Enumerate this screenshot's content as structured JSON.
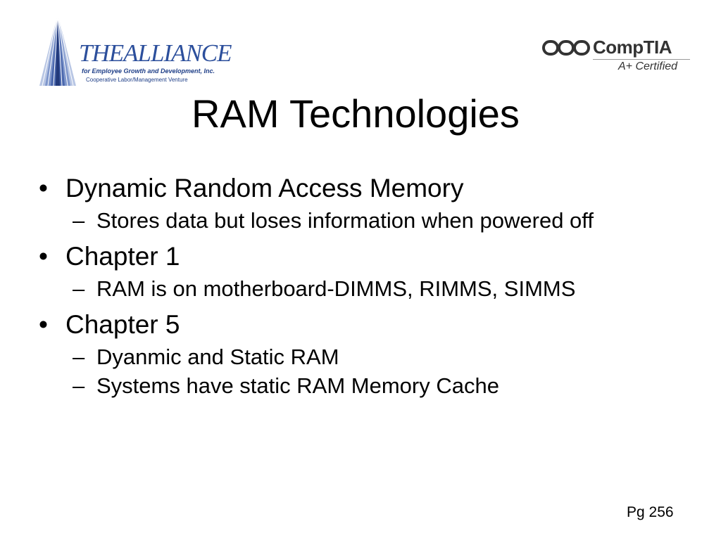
{
  "logos": {
    "alliance": {
      "wordmark": "THEALLIANCE",
      "tagline": "for Employee Growth and Development, Inc.",
      "subtitle": "Cooperative Labor/Management Venture"
    },
    "comptia": {
      "name": "CompTIA",
      "certification": "A+ Certified"
    }
  },
  "slide": {
    "title": "RAM Technologies",
    "bullet_marker": "•",
    "sub_marker": "–",
    "bullets": [
      {
        "text": "Dynamic Random Access Memory",
        "sub": [
          "Stores data but loses information when powered off"
        ]
      },
      {
        "text": "Chapter 1",
        "sub": [
          "RAM is on motherboard-DIMMS, RIMMS, SIMMS"
        ]
      },
      {
        "text": "Chapter 5",
        "sub": [
          "Dyanmic and Static RAM",
          "Systems have static RAM Memory Cache"
        ]
      }
    ],
    "page_reference": "Pg 256"
  },
  "colors": {
    "alliance_blue": "#2c4f9c",
    "comptia_gray": "#333333",
    "text": "#000000",
    "background": "#ffffff"
  }
}
